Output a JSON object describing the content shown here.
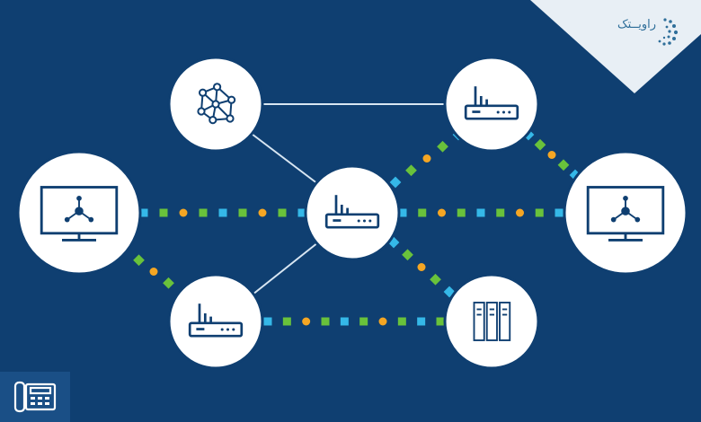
{
  "brand": {
    "logo_text": "راویــتک",
    "logo_subtext": "",
    "colors": {
      "background": "#0f3f71",
      "node_fill": "#ffffff",
      "node_ring": "#0f3f71",
      "line": "#d8e6f2",
      "dot_cyan": "#35b8e8",
      "dot_green": "#69c23b",
      "dot_orange": "#f5a623",
      "icon": "#0f3f71",
      "corner": "#e8eff5"
    }
  },
  "diagram": {
    "nodes": [
      {
        "id": "mesh",
        "icon": "mesh-network-icon"
      },
      {
        "id": "router-top",
        "icon": "router-icon"
      },
      {
        "id": "monitor-left",
        "icon": "monitor-network-icon"
      },
      {
        "id": "router-center",
        "icon": "router-icon"
      },
      {
        "id": "monitor-right",
        "icon": "monitor-network-icon"
      },
      {
        "id": "router-bottom",
        "icon": "router-icon"
      },
      {
        "id": "server",
        "icon": "server-rack-icon"
      }
    ],
    "links": [
      {
        "from": "mesh",
        "to": "router-top",
        "style": "line"
      },
      {
        "from": "mesh",
        "to": "router-center",
        "style": "line"
      },
      {
        "from": "router-center",
        "to": "router-bottom",
        "style": "line"
      },
      {
        "from": "monitor-left",
        "to": "router-center",
        "style": "dotted"
      },
      {
        "from": "router-center",
        "to": "monitor-right",
        "style": "dotted"
      },
      {
        "from": "router-center",
        "to": "router-top",
        "style": "dotted"
      },
      {
        "from": "router-top",
        "to": "monitor-right",
        "style": "dotted"
      },
      {
        "from": "router-center",
        "to": "server",
        "style": "dotted"
      },
      {
        "from": "monitor-left",
        "to": "router-bottom",
        "style": "dotted"
      },
      {
        "from": "router-bottom",
        "to": "server",
        "style": "dotted"
      }
    ]
  },
  "badge": {
    "icon": "office-phone-icon"
  }
}
